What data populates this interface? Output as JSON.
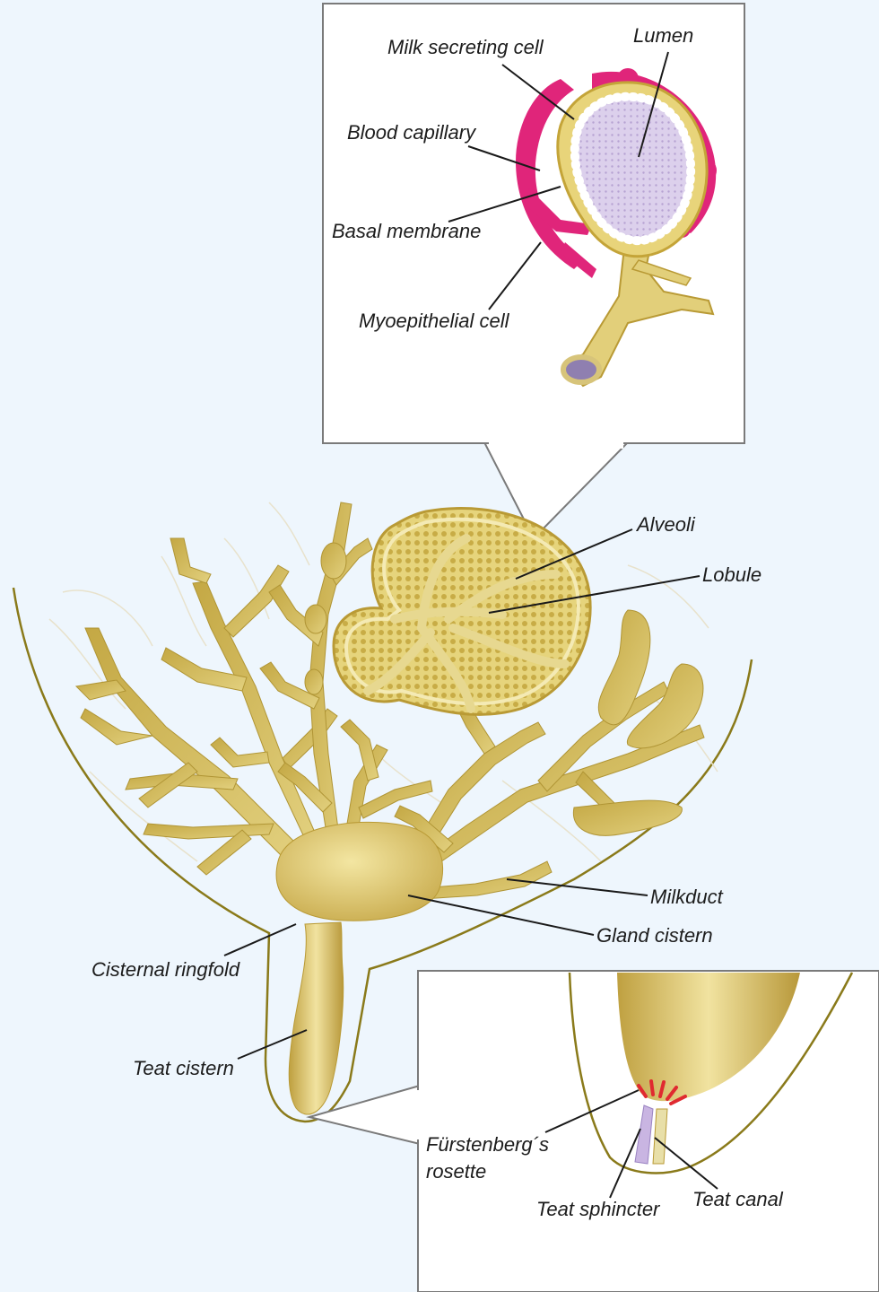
{
  "colors": {
    "background": "#eef6fd",
    "panel": "#ffffff",
    "tissue": "#e0cf72",
    "tissue_dark": "#b99a35",
    "capillary": "#e0257a",
    "lumen": "#d8c8ea"
  },
  "labels": {
    "milk_secreting_cell": "Milk secreting cell",
    "lumen": "Lumen",
    "blood_capillary": "Blood capillary",
    "basal_membrane": "Basal membrane",
    "myoepithelial_cell": "Myoepithelial cell",
    "alveoli": "Alveoli",
    "lobule": "Lobule",
    "milkduct": "Milkduct",
    "gland_cistern": "Gland cistern",
    "cisternal_ringfold": "Cisternal ringfold",
    "teat_cistern": "Teat cistern",
    "furstenberg_line1": "Fürstenberg´s",
    "furstenberg_line2": "rosette",
    "teat_sphincter": "Teat sphincter",
    "teat_canal": "Teat canal"
  }
}
